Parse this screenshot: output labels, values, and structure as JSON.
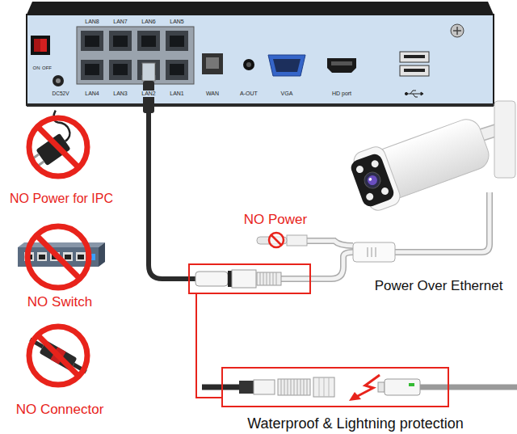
{
  "diagram": {
    "labels": [
      "LAN8",
      "LAN7",
      "LAN6",
      "LAN5",
      "ON",
      "OFF",
      "DC52V",
      "LAN4",
      "LAN3",
      "LAN2",
      "LAN1",
      "WAN",
      "A-OUT",
      "VGA",
      "HD port",
      "NO Power for IPC",
      "NO Power",
      "Power Over Ethernet",
      "NO Switch",
      "NO Connector",
      "Waterproof & Lightning protection"
    ]
  }
}
